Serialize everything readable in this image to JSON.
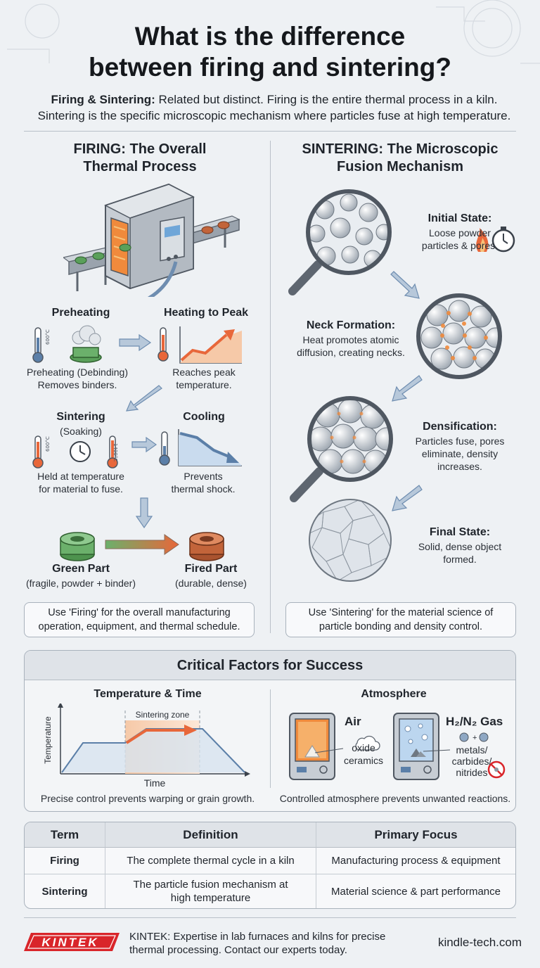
{
  "title_line1": "What is the difference",
  "title_line2": "between firing and sintering?",
  "intro": {
    "bold": "Firing & Sintering:",
    "text": " Related but distinct. Firing is the entire thermal process in a kiln. Sintering is the specific microscopic mechanism where particles fuse at high temperature."
  },
  "firing": {
    "title1": "FIRING: The Overall",
    "title2": "Thermal Process",
    "steps": {
      "preheating": {
        "label": "Preheating",
        "desc1": "Preheating (Debinding)",
        "desc2": "Removes binders.",
        "thermo_text": "600°C"
      },
      "heating": {
        "label": "Heating to Peak",
        "desc1": "Reaches peak",
        "desc2": "temperature."
      },
      "sintering": {
        "label": "Sintering",
        "sub": "(Soaking)",
        "desc1": "Held at temperature",
        "desc2": "for material to fuse.",
        "thermo_text1": "600°C",
        "thermo_text2": "1400°C"
      },
      "cooling": {
        "label": "Cooling",
        "desc1": "Prevents",
        "desc2": "thermal shock."
      }
    },
    "green_part": {
      "label": "Green Part",
      "desc": "(fragile, powder + binder)"
    },
    "fired_part": {
      "label": "Fired Part",
      "desc": "(durable, dense)"
    },
    "note1": "Use 'Firing' for the overall manufacturing",
    "note2": "operation, equipment, and thermal schedule."
  },
  "sintering": {
    "title1": "SINTERING: The Microscopic",
    "title2": "Fusion Mechanism",
    "states": [
      {
        "label": "Initial State:",
        "desc1": "Loose powder",
        "desc2": "particles & pores.",
        "desc3": ""
      },
      {
        "label": "Neck Formation:",
        "desc1": "Heat promotes atomic",
        "desc2": "diffusion, creating necks.",
        "desc3": ""
      },
      {
        "label": "Densification:",
        "desc1": "Particles fuse, pores",
        "desc2": "eliminate, density",
        "desc3": "increases."
      },
      {
        "label": "Final State:",
        "desc1": "Solid, dense object",
        "desc2": "formed.",
        "desc3": ""
      }
    ],
    "note1": "Use 'Sintering' for the material science of",
    "note2": "particle bonding and density control."
  },
  "factors": {
    "title": "Critical Factors for Success",
    "temp_time": {
      "title": "Temperature & Time",
      "zone_label": "Sintering zone",
      "ylabel": "Temperature",
      "xlabel": "Time",
      "caption": "Precise control prevents warping or grain growth."
    },
    "atmosphere": {
      "title": "Atmosphere",
      "air_label": "Air",
      "air_desc1": "oxide",
      "air_desc2": "ceramics",
      "gas_label": "H₂/N₂ Gas",
      "gas_desc1": "metals/",
      "gas_desc2": "carbides/",
      "gas_desc3": "nitrides",
      "caption": "Controlled atmosphere prevents unwanted reactions."
    }
  },
  "table": {
    "headers": [
      "Term",
      "Definition",
      "Primary Focus"
    ],
    "rows": [
      {
        "term": "Firing",
        "def1": "The complete thermal cycle in a kiln",
        "def2": "",
        "focus": "Manufacturing process & equipment"
      },
      {
        "term": "Sintering",
        "def1": "The particle fusion mechanism at",
        "def2": "high temperature",
        "focus": "Material science & part performance"
      }
    ]
  },
  "footer": {
    "logo": "KINTEK",
    "text1": "KINTEK: Expertise in lab furnaces and kilns for precise",
    "text2": "thermal processing. Contact our experts today.",
    "url": "kindle-tech.com"
  },
  "colors": {
    "accent_orange": "#e8673a",
    "steel_blue": "#5b7fa8",
    "logo_red": "#d9252a",
    "green_part": "#5aa05a",
    "fired_part": "#c2643a"
  }
}
